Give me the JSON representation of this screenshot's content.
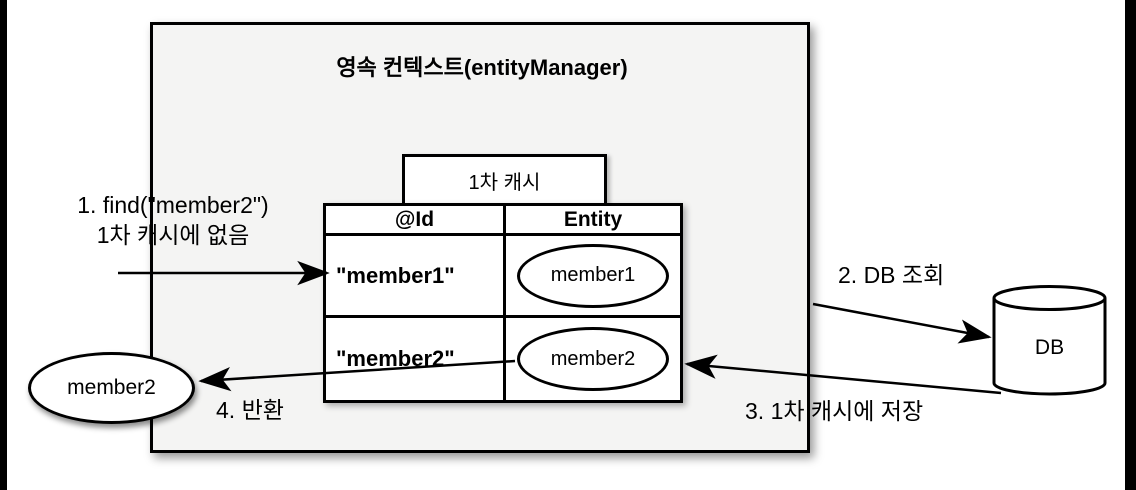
{
  "context_box": {
    "title": "영속 컨텍스트(entityManager)"
  },
  "cache": {
    "label": "1차 캐시"
  },
  "table": {
    "headers": [
      "@Id",
      "Entity"
    ],
    "rows": [
      {
        "id": "\"member1\"",
        "entity": "member1"
      },
      {
        "id": "\"member2\"",
        "entity": "member2"
      }
    ]
  },
  "steps": {
    "step1_line1": "1. find(\"member2\")",
    "step1_line2": "1차 캐시에 없음",
    "step2": "2. DB 조회",
    "step3": "3. 1차 캐시에 저장",
    "step4": "4. 반환"
  },
  "db": {
    "label": "DB"
  },
  "result": {
    "label": "member2"
  },
  "colors": {
    "context_fill": "#f4f4f3",
    "stroke": "#000000",
    "background": "#ffffff",
    "frame_bars": "#000000"
  }
}
